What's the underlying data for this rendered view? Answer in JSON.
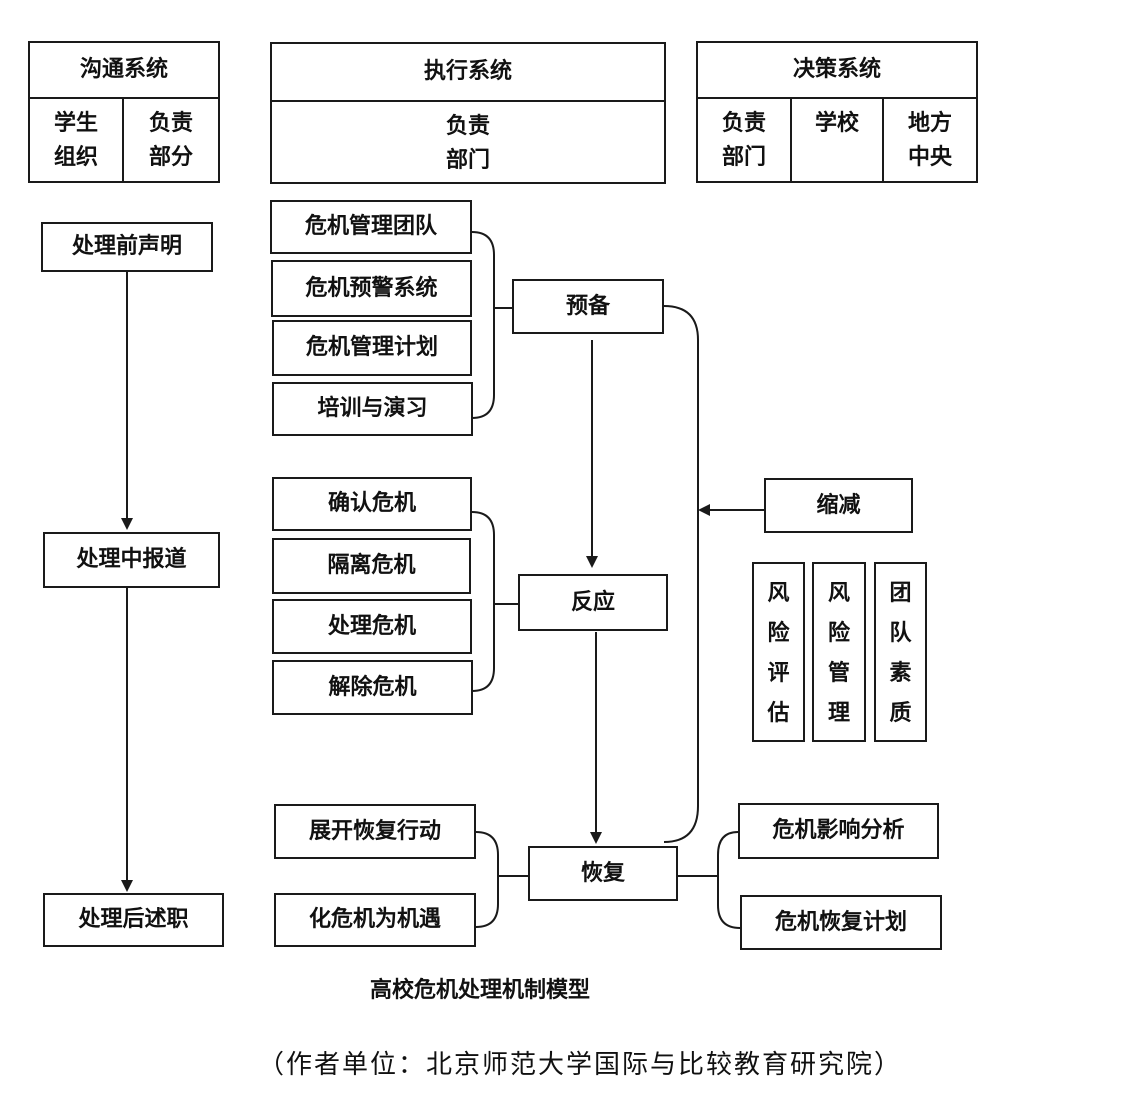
{
  "communication": {
    "title": "沟通系统",
    "col1": "学生\n组织",
    "col2": "负责\n部分"
  },
  "execution": {
    "title": "执行系统",
    "sub": "负责\n部门"
  },
  "decision": {
    "title": "决策系统",
    "col1": "负责\n部门",
    "col2": "学校",
    "col3": "地方\n中央"
  },
  "left_flow": [
    "处理前声明",
    "处理中报道",
    "处理后述职"
  ],
  "prepare": {
    "label": "预备",
    "items": [
      "危机管理团队",
      "危机预警系统",
      "危机管理计划",
      "培训与演习"
    ]
  },
  "respond": {
    "label": "反应",
    "items": [
      "确认危机",
      "隔离危机",
      "处理危机",
      "解除危机"
    ]
  },
  "recover": {
    "label": "恢复",
    "items": [
      "展开恢复行动",
      "化危机为机遇"
    ],
    "outputs": [
      "危机影响分析",
      "危机恢复计划"
    ]
  },
  "reduce": {
    "label": "缩减",
    "items": [
      "风险评估",
      "风险管理",
      "团队素质"
    ]
  },
  "caption": "高校危机处理机制模型",
  "author": "（作者单位：北京师范大学国际与比较教育研究院）"
}
